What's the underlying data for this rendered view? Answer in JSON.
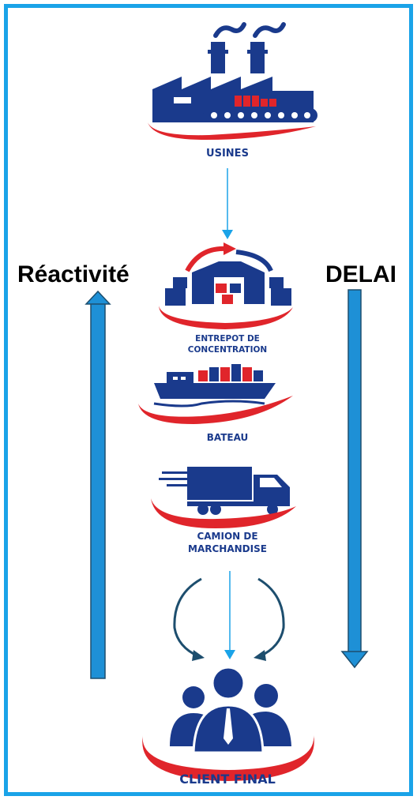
{
  "colors": {
    "border": "#1aa3e8",
    "navy": "#1a3a8c",
    "red": "#e0252b",
    "arrow": "#1e90d6",
    "curve": "#1d4e6e"
  },
  "labels": {
    "reactivite": "Réactivité",
    "delai": "DELAI"
  },
  "nodes": [
    {
      "name": "usines",
      "label": "USINES",
      "icon": "factory-icon"
    },
    {
      "name": "entrepot",
      "label_lines": [
        "ENTREPOT DE",
        "CONCENTRATION"
      ],
      "icon": "warehouse-icon"
    },
    {
      "name": "bateau",
      "label": "BATEAU",
      "icon": "ship-icon"
    },
    {
      "name": "camion",
      "label_lines": [
        "CAMION DE",
        "MARCHANDISE"
      ],
      "icon": "truck-icon"
    },
    {
      "name": "client",
      "label": "CLIENT FINAL",
      "icon": "people-icon"
    }
  ]
}
